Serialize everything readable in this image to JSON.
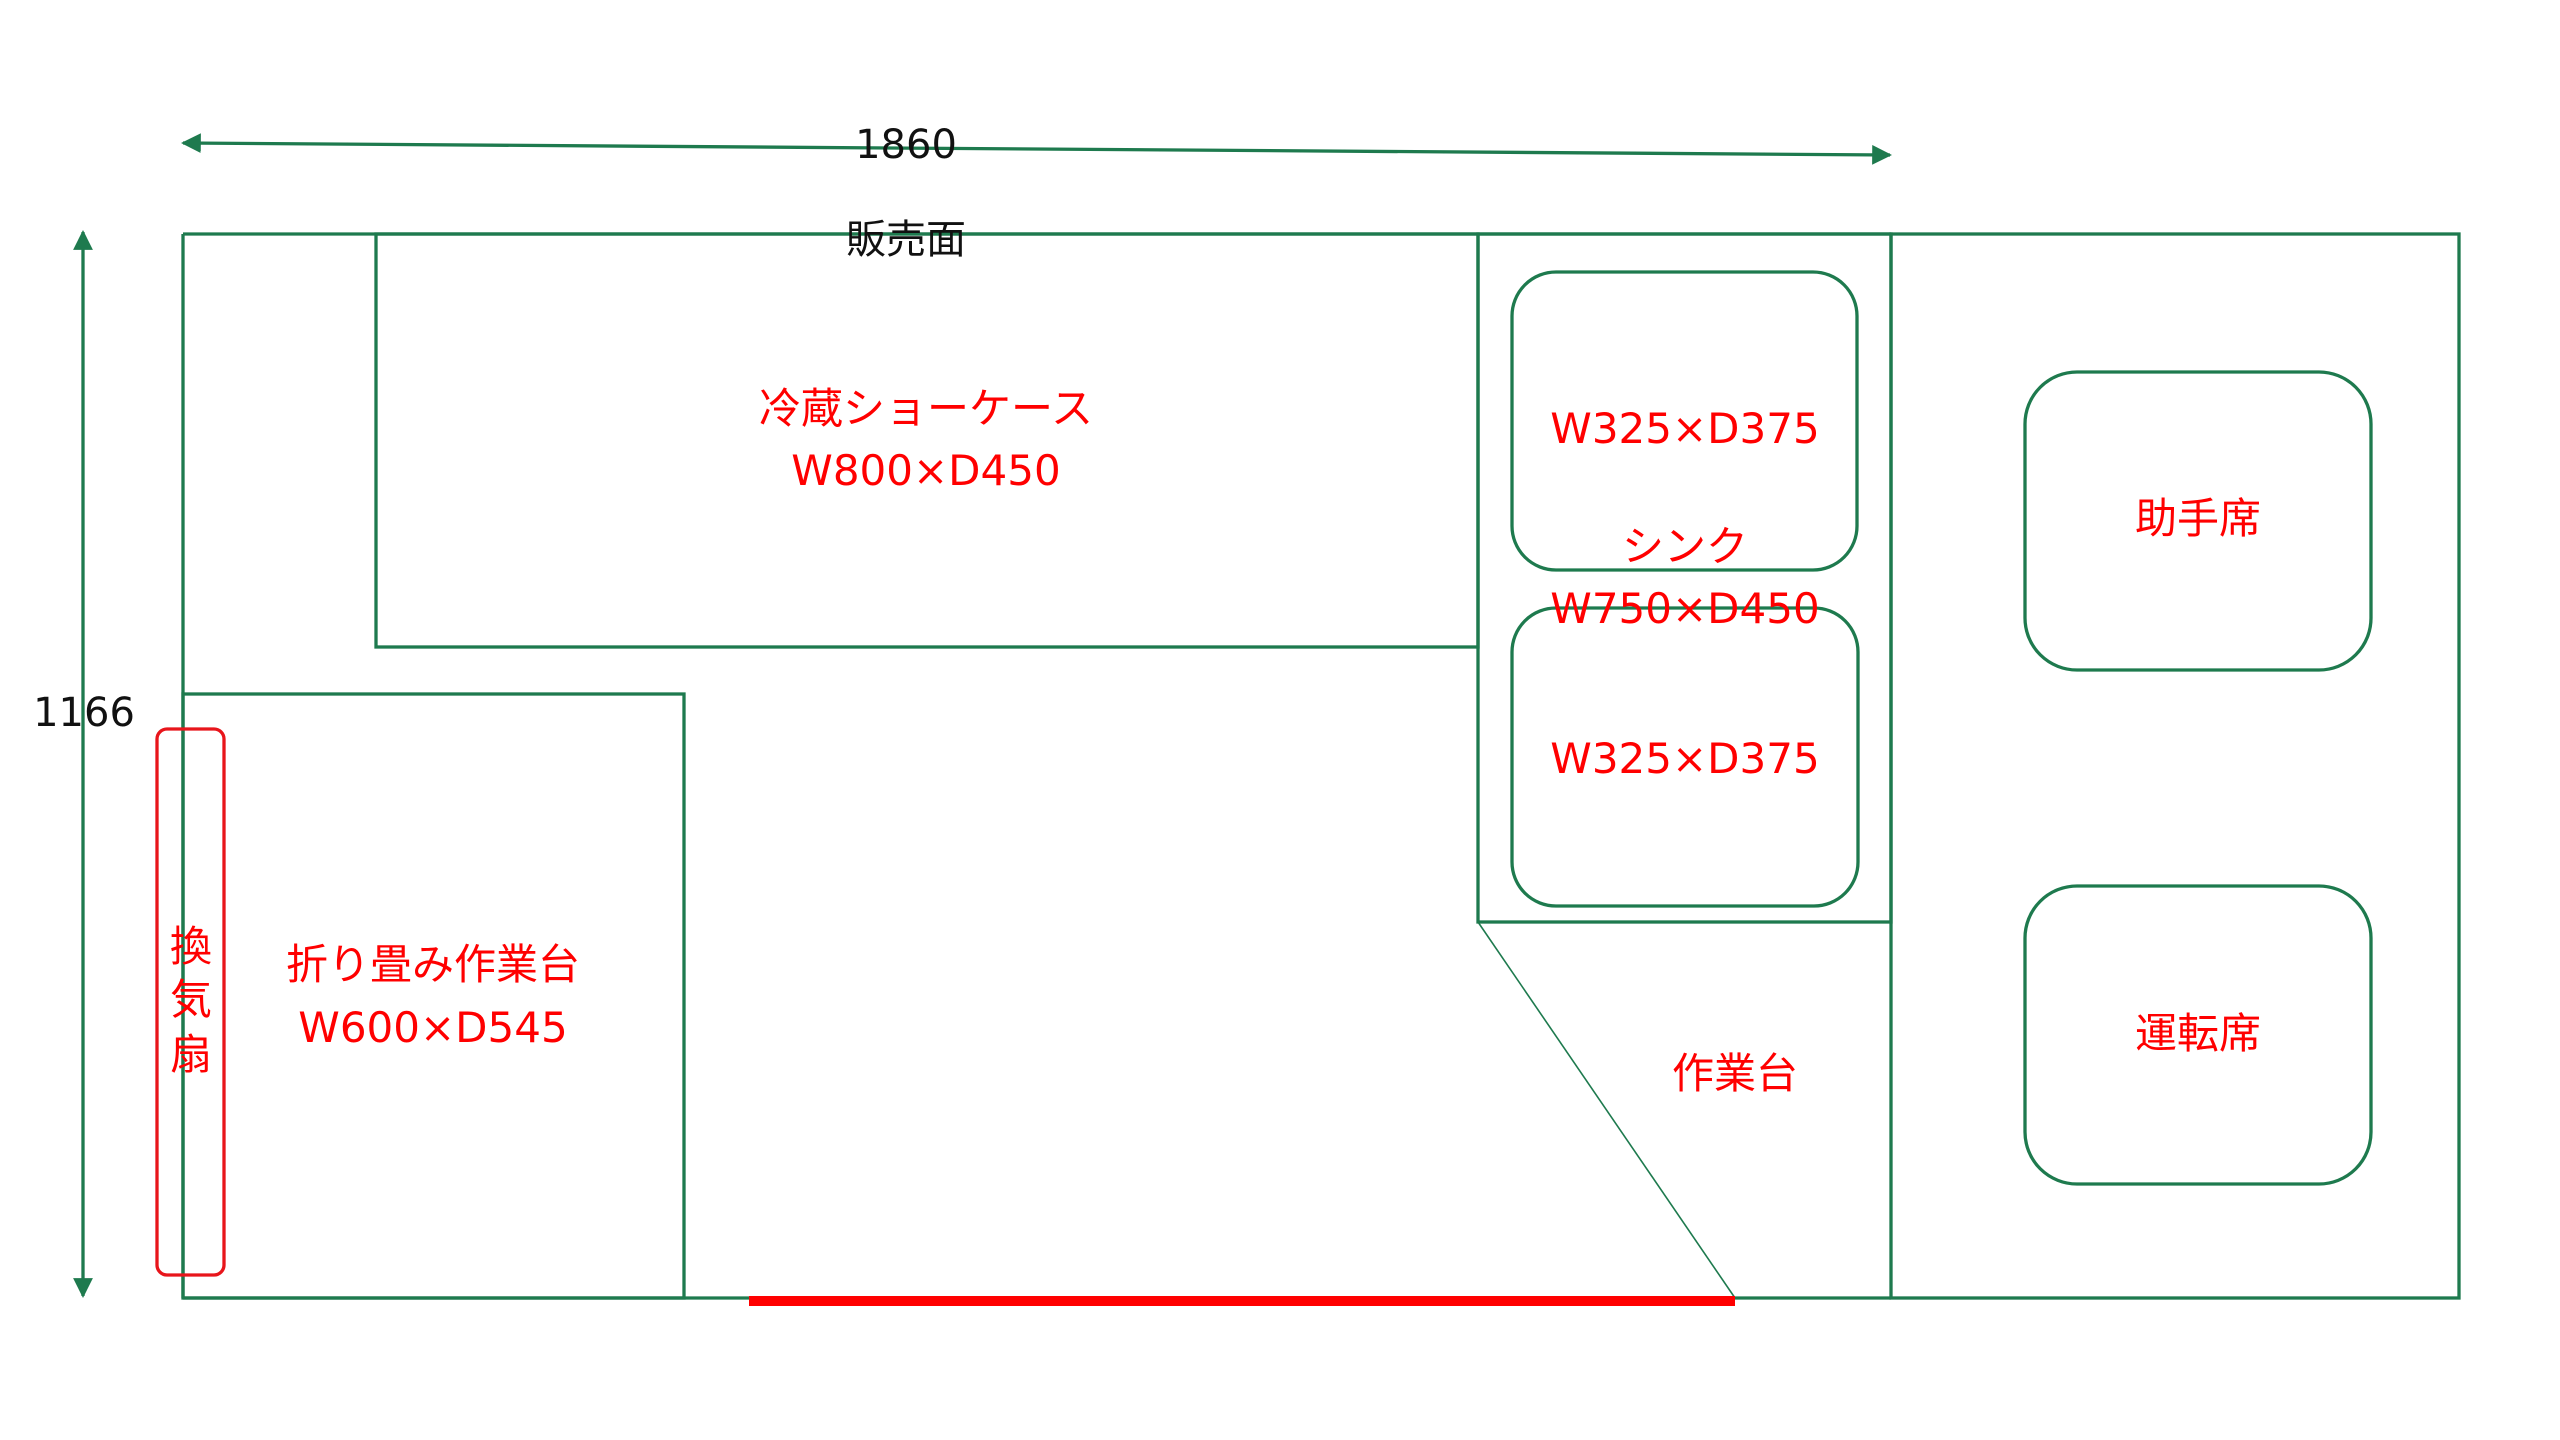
{
  "dimensions": {
    "width": "1860",
    "depth": "1166"
  },
  "labels": {
    "sales_side": "販売面",
    "showcase_name": "冷蔵ショーケース",
    "showcase_size": "W800×D450",
    "sink_basin_1_size": "W325×D375",
    "sink_name": "シンク",
    "sink_size": "W750×D450",
    "sink_basin_2_size": "W325×D375",
    "folding_table_name": "折り畳み作業台",
    "folding_table_size": "W600×D545",
    "ventilation_fan": [
      "換",
      "気",
      "扇"
    ],
    "work_table": "作業台",
    "passenger_seat": "助手席",
    "driver_seat": "運転席"
  },
  "colors": {
    "outline": "#1e7a4e",
    "label_red": "#ff0000",
    "door": "#ff0000",
    "text": "#111111"
  }
}
